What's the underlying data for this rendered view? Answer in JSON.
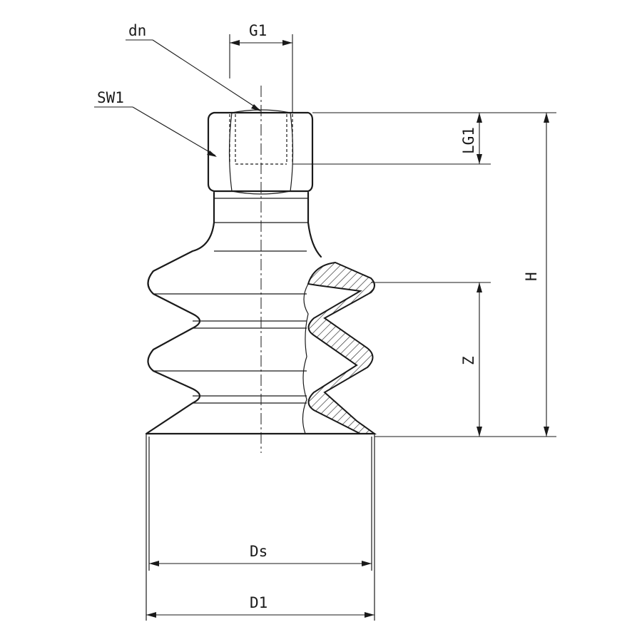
{
  "labels": {
    "dn": "dn",
    "g1": "G1",
    "sw1": "SW1",
    "lg1": "LG1",
    "h": "H",
    "z": "Z",
    "ds": "Ds",
    "d1": "D1"
  },
  "colors": {
    "line": "#1a1a1a",
    "background": "#ffffff"
  }
}
